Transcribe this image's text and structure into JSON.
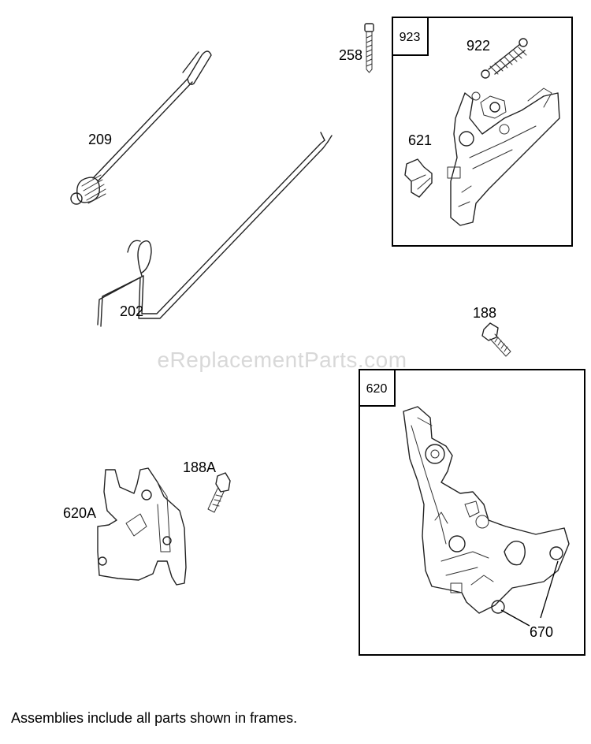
{
  "watermark": "eReplacementParts.com",
  "footnote": "Assemblies include all parts shown in frames.",
  "parts": {
    "p209": "209",
    "p202": "202",
    "p258": "258",
    "p188": "188",
    "p188a": "188A",
    "p620a": "620A",
    "p670": "670",
    "p621": "621",
    "p922": "922"
  },
  "frames": {
    "f923": "923",
    "f620": "620"
  }
}
